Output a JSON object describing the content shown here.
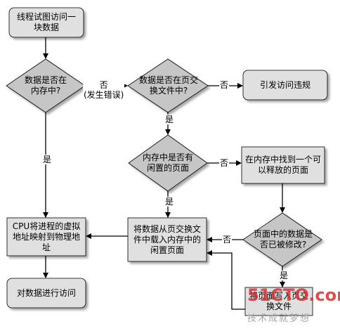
{
  "nodes": {
    "start": "线程试图访问一块数据",
    "in_memory": "数据是否在内存中?",
    "in_swap": "数据是否在页交换文件中?",
    "violation": "引发访问违规",
    "free_page": "内存中是否有闲置的页面",
    "find_page": "在内存中找到一个可以释放的页面",
    "map_address": "CPU将进程的虚拟地址映射到物理地址",
    "load_page": "将数据从页交换文件中载入内存中的闲置页面",
    "modified": "页面中的数据是否已被修改?",
    "access": "对数据进行访问",
    "write_page": "将页面写入页交换文件"
  },
  "edge_labels": {
    "no_fault": "否\n(发生错误)",
    "no": "否",
    "yes": "是"
  },
  "watermark": {
    "brand": "51CTO.com",
    "tagline": "技术成就梦想"
  },
  "colors": {
    "box_fill": "#e0e0e0",
    "diamond_fill": "#c6c6c6",
    "stroke": "#000000",
    "watermark_red": "#d93030"
  }
}
